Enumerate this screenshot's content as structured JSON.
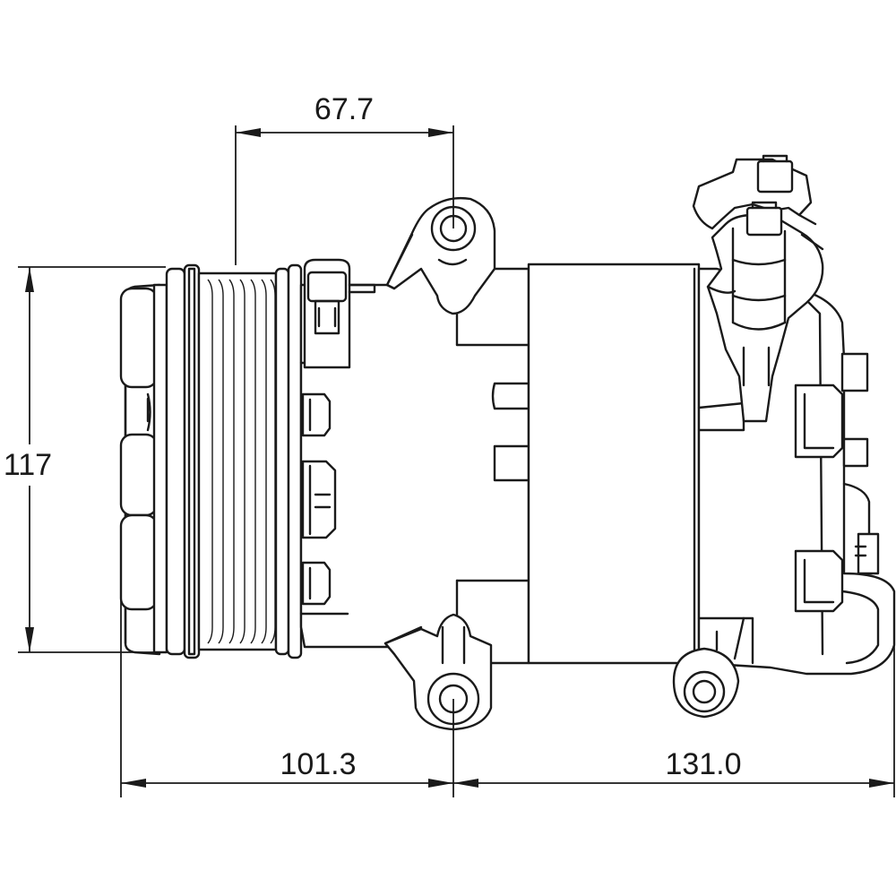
{
  "dimensions": {
    "top_width": "67.7",
    "height": "117",
    "bottom_left": "101.3",
    "bottom_right": "131.0"
  }
}
